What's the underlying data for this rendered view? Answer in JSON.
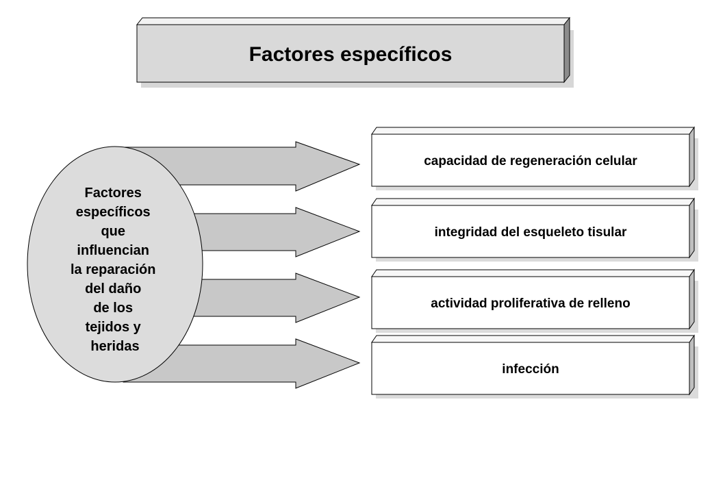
{
  "title": "Factores específicos",
  "center": {
    "lines": [
      "Factores",
      "específicos",
      "que",
      "influencian",
      "la reparación",
      "del daño",
      "de los",
      "tejidos y",
      "heridas"
    ]
  },
  "factors": [
    {
      "label": "capacidad de regeneración celular"
    },
    {
      "label": "integridad del esqueleto tisular"
    },
    {
      "label": "actividad proliferativa de relleno"
    },
    {
      "label": "infección"
    }
  ],
  "colors": {
    "title_fill": "#d9d9d9",
    "title_top": "#f2f2f2",
    "title_side": "#8c8c8c",
    "box_fill": "#ffffff",
    "box_top": "#f7f7f7",
    "box_side": "#bfbfbf",
    "arrow_fill": "#c8c8c8",
    "ellipse_fill": "#dcdcdc",
    "stroke": "#000000"
  }
}
